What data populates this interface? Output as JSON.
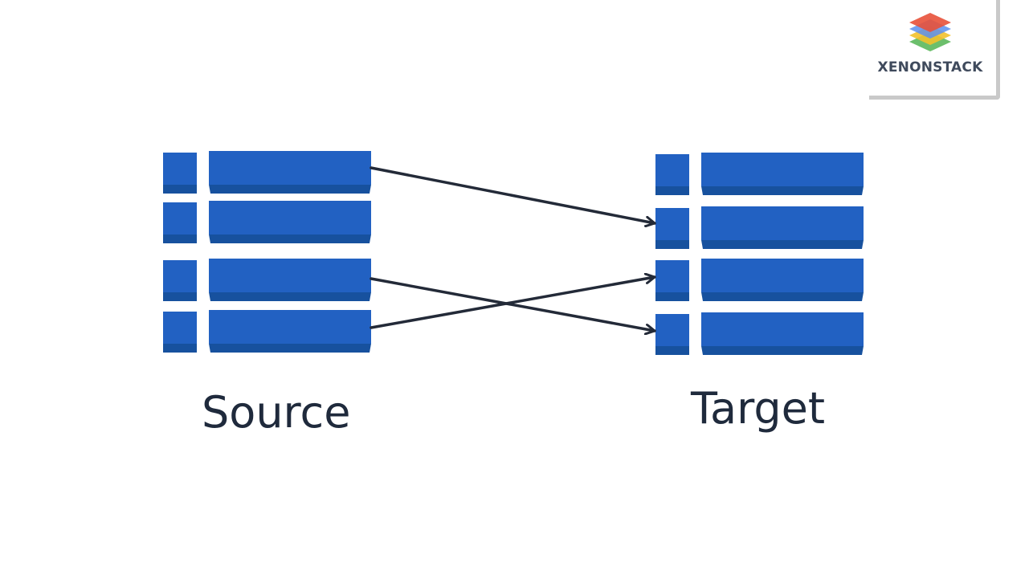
{
  "brand": {
    "name": "XENONSTACK",
    "logo_icon": "layered-stack-icon",
    "logo_colors": [
      "#e8513a",
      "#5b8ff0",
      "#f2c12e",
      "#5cb85c"
    ]
  },
  "colors": {
    "row_face": "#2261c2",
    "row_shadow": "#17519e",
    "arrow": "#232a38",
    "label": "#1f2a3c"
  },
  "diagram": {
    "source_label": "Source",
    "target_label": "Target",
    "source_rows": 4,
    "target_rows": 4,
    "mappings": [
      {
        "from": 1,
        "to": 2
      },
      {
        "from": 3,
        "to": 4
      },
      {
        "from": 4,
        "to": 3
      }
    ]
  }
}
